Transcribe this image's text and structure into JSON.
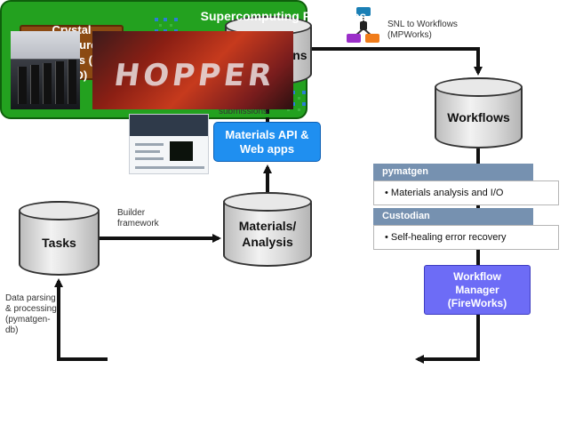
{
  "nodes": {
    "crystal_db": "Crystal Structure Databases (e.g., ICSD)",
    "submissions": "Submissions",
    "workflows": "Workflows",
    "materials_api": "Materials API & Web apps",
    "tasks": "Tasks",
    "materials_analysis": "Materials/ Analysis",
    "workflow_manager": "Workflow Manager (FireWorks)",
    "supercomputing": "Supercomputing Resources"
  },
  "labels": {
    "snl_to_workflows": "SNL to Workflows (MPWorks)",
    "user_submissions": "User submissions",
    "builder_framework": "Builder framework",
    "data_parsing": "Data parsing & processing (pymatgen-db)"
  },
  "toolboxes": [
    {
      "title": "pymatgen",
      "item": "• Materials analysis and I/O"
    },
    {
      "title": "Custodian",
      "item": "• Self-healing error recovery"
    }
  ],
  "photos": {
    "hopper_text": "HOPPER"
  },
  "colors": {
    "brown": "#8b4a12",
    "blue": "#1f8ff0",
    "purple": "#6d6cf6",
    "green": "#23a11f",
    "toolbar_header": "#7691b0",
    "snl_icon_top": "#1a7fb5",
    "snl_icon_mid": "#222222",
    "snl_icon_left": "#9b2fc9",
    "snl_icon_right": "#f07c1a"
  }
}
